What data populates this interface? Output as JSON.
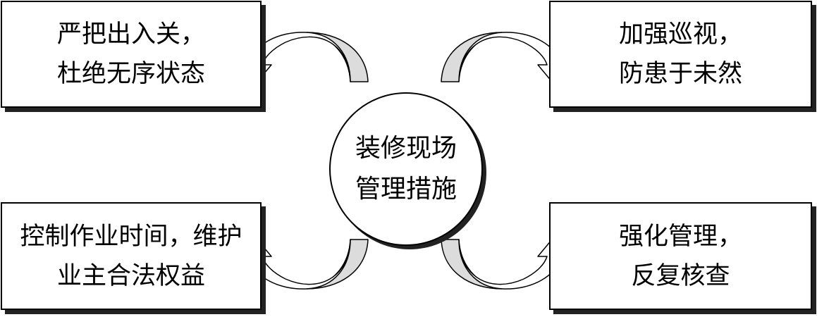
{
  "center": {
    "line1": "装修现场",
    "line2": "管理措施"
  },
  "boxes": {
    "top_left": {
      "line1": "严把出入关，",
      "line2": "杜绝无序状态"
    },
    "top_right": {
      "line1": "加强巡视，",
      "line2": "防患于未然"
    },
    "bottom_left": {
      "line1": "控制作业时间，维护",
      "line2": "业主合法权益"
    },
    "bottom_right": {
      "line1": "强化管理，",
      "line2": "反复核查"
    }
  },
  "colors": {
    "stroke": "#000000",
    "arrow_fill": "#ffffff",
    "arrow_side": "#dcdcdc",
    "shadow": "#222222"
  },
  "icons": [
    "curved-arrow-icon"
  ]
}
